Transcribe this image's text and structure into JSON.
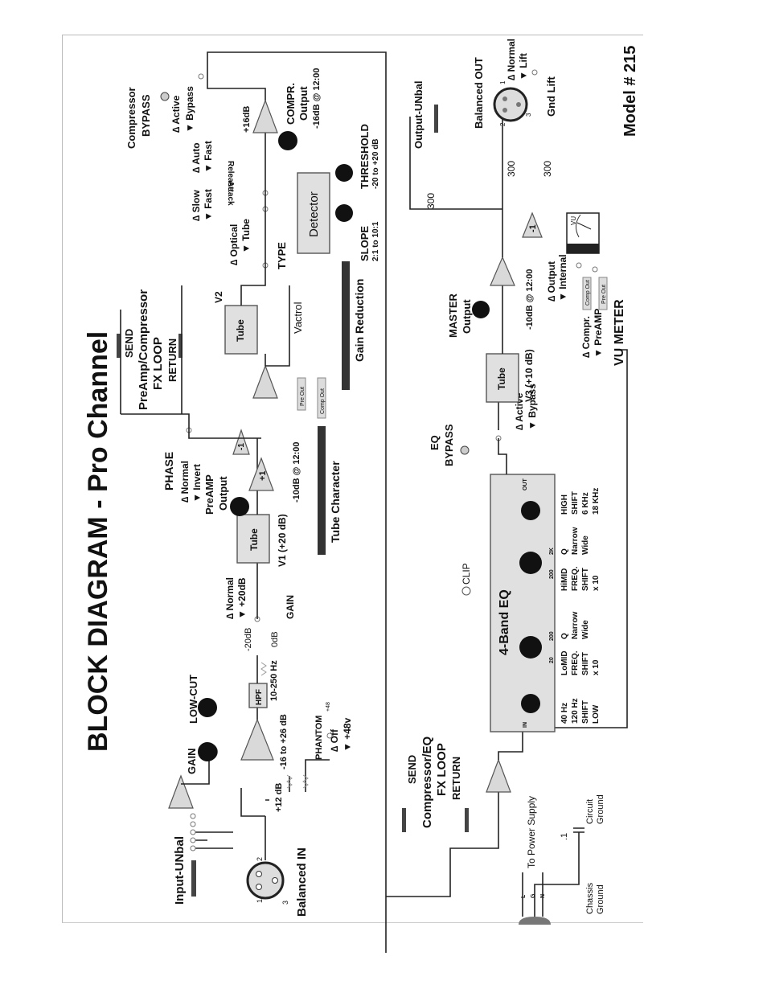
{
  "title": "BLOCK DIAGRAM - Pro Channel",
  "model": "Model # 215",
  "input_section": {
    "input_unbal": "Input-UNbal",
    "balanced_in": "Balanced IN",
    "pin1": "1",
    "pin2": "2",
    "pin3": "3",
    "plus12": "+12 dB",
    "phantom": "PHANTOM",
    "phantom_off": "∆ Off",
    "phantom_48": "▼ +48v",
    "p48_small": "+48"
  },
  "preamp": {
    "gain_label": "GAIN",
    "gain_range": "-16 to +26 dB",
    "lowcut_label": "LOW-CUT",
    "hpf": "HPF",
    "hpf_range": "10-250 Hz",
    "pad_minus20": "-20dB",
    "pad_0": "0dB",
    "gain_switch": "GAIN",
    "gain_normal": "∆ Normal",
    "gain_plus20": "▼ +20dB",
    "tube": "Tube",
    "v1": "V1 (+20 dB)",
    "preamp_output": "PreAMP",
    "preamp_output2": "Output",
    "preamp_output_val": "-10dB @ 12:00",
    "plus1": "+1",
    "minus1": "-1",
    "tube_character": "Tube Character",
    "phase": "PHASE",
    "phase_normal": "∆ Normal",
    "phase_invert": "▼ Invert"
  },
  "fx_loop_1": {
    "send": "SEND",
    "title1": "PreAmp/Compressor",
    "title2": "FX LOOP",
    "return": "RETURN"
  },
  "compressor": {
    "v2": "V2",
    "tube": "Tube",
    "vactrol": "Vactrol",
    "type": "TYPE",
    "type_optical": "∆ Optical",
    "type_tube": "▼ Tube",
    "slow": "∆ Slow",
    "fast1": "▼ Fast",
    "auto": "∆ Auto",
    "fast2": "▼ Fast",
    "attack": "Attack",
    "release": "Release",
    "detector": "Detector",
    "slope": "SLOPE",
    "slope_range": "2:1 to 10:1",
    "threshold": "THRESHOLD",
    "threshold_range": "-20 to +20 dB",
    "gain_reduction": "Gain Reduction",
    "plus16": "+16dB",
    "compr_output": "COMPR.",
    "compr_output2": "Output",
    "compr_output_val": "-16dB @ 12:00",
    "bypass_title1": "Compressor",
    "bypass_title2": "BYPASS",
    "active": "∆ Active",
    "bypass": "▼ Bypass",
    "pre_out": "Pre Out",
    "comp_out": "Comp Out"
  },
  "fx_loop_2": {
    "send": "SEND",
    "title1": "Compressor/EQ",
    "title2": "FX LOOP",
    "return": "RETURN"
  },
  "power": {
    "to_power_supply": "To Power Supply",
    "l": "L",
    "g": "G",
    "n": "N",
    "cap": ".1",
    "circuit_ground1": "Circuit",
    "circuit_ground2": "Ground",
    "chassis_ground1": "Chassis",
    "chassis_ground2": "Ground"
  },
  "eq": {
    "title": "4-Band EQ",
    "in": "IN",
    "out": "OUT",
    "clip": "CLIP",
    "low": "LOW",
    "lomid": "LoMID",
    "himid": "HiMID",
    "high": "HIGH",
    "freq": "FREQ.",
    "shift": "SHIFT",
    "x10": "x 10",
    "q": "Q",
    "narrow": "Narrow",
    "wide": "Wide",
    "low_shift_a": "40 Hz",
    "low_shift_b": "120 Hz",
    "high_shift_a": "6 KHz",
    "high_shift_b": "18 KHz",
    "lomid_lo": "20",
    "lomid_hi": "200",
    "himid_lo": "200",
    "himid_hi": "2K",
    "bypass_title1": "EQ",
    "bypass_title2": "BYPASS",
    "active": "∆ Active",
    "bypass": "▼ Bypass"
  },
  "output_section": {
    "tube": "Tube",
    "v3": "V3 (+10 dB)",
    "master": "MASTER",
    "master2": "Output",
    "master_val": "-10dB @ 12:00",
    "minus1": "-1",
    "r300a": "300",
    "r300b": "300",
    "r300c": "300",
    "output_unbal": "Output-UNbal",
    "balanced_out": "Balanced OUT",
    "pin1": "1",
    "pin2": "2",
    "pin3": "3",
    "normal": "∆ Normal",
    "lift": "▼ Lift",
    "gnd_lift": "Gnd Lift"
  },
  "vu": {
    "title": "VU METER",
    "vu": "VU",
    "output": "∆ Output",
    "internal": "▼ Internal",
    "compr": "∆ Compr.",
    "preamp": "▼ PreAMP",
    "comp_out": "Comp Out",
    "pre_out": "Pre Out"
  }
}
